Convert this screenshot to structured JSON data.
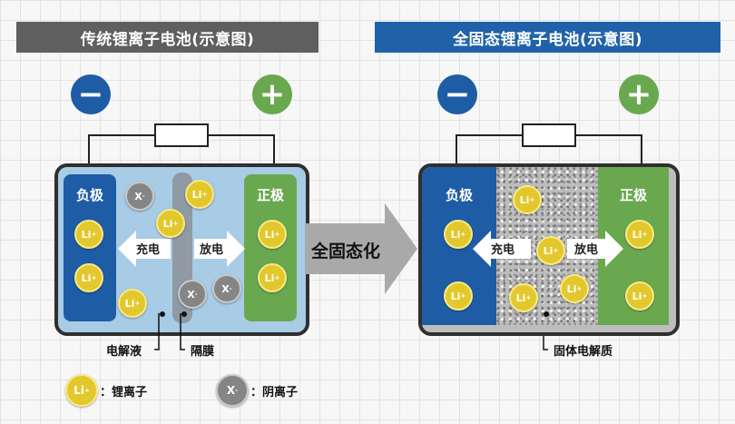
{
  "left": {
    "title": "传统锂离子电池(示意图)",
    "negative_sign": "−",
    "positive_sign": "+",
    "negative_label": "负极",
    "positive_label": "正极",
    "charge_label": "充电",
    "discharge_label": "放电",
    "electrolyte_label": "电解液",
    "separator_label": "隔膜"
  },
  "right": {
    "title": "全固态锂离子电池(示意图)",
    "negative_sign": "−",
    "positive_sign": "+",
    "negative_label": "负极",
    "positive_label": "正极",
    "charge_label": "充电",
    "discharge_label": "放电",
    "solid_electrolyte_label": "固体电解质"
  },
  "transition_label": "全固态化",
  "ion_labels": {
    "lithium": "Li",
    "lithium_charge": "+",
    "anion": "X",
    "anion_charge": "-"
  },
  "legend": {
    "lithium_text": "：锂离子",
    "anion_text": "：阴离子"
  },
  "colors": {
    "left_banner": "#5f5f5f",
    "right_banner": "#1f62a8",
    "negative": "#1e5da6",
    "positive": "#6aa84f",
    "liquid_electrolyte": "#a8cbe6",
    "lithium_ion": "#e2c82c",
    "anion": "#858585"
  }
}
